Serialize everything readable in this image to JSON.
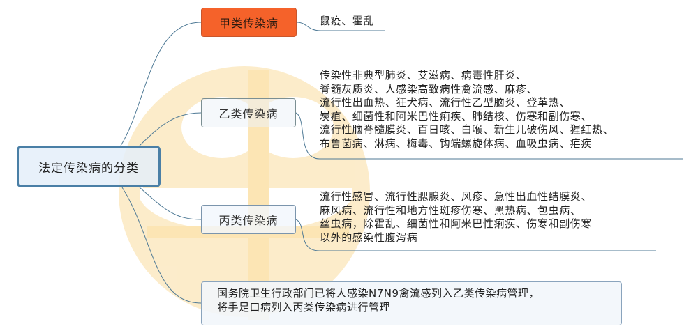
{
  "root": {
    "label": "法定传染病的分类"
  },
  "branches": [
    {
      "label": "甲类传染病",
      "color": "#f5622a",
      "lines": [
        "鼠疫、霍乱"
      ]
    },
    {
      "label": "乙类传染病",
      "lines": [
        "传染性非典型肺炎、艾滋病、病毒性肝炎、",
        "脊髓灰质炎、人感染高致病性禽流感、麻疹、",
        "流行性出血热、狂犬病、流行性乙型脑炎、登革热、",
        "炭疽、细菌性和阿米巴性痢疾、肺结核、伤寒和副伤寒、",
        "流行性脑脊髓膜炎、百日咳、白喉、新生儿破伤风、猩红热、",
        "布鲁菌病、淋病、梅毒、钩端螺旋体病、血吸虫病、疟疾"
      ]
    },
    {
      "label": "丙类传染病",
      "lines": [
        "流行性感冒、流行性腮腺炎、风疹、急性出血性结膜炎、",
        "麻风病、流行性和地方性斑疹伤寒、黑热病、包虫病、",
        "丝虫病，除霍乱、细菌性和阿米巴性痢疾、伤寒和副伤寒",
        "以外的感染性腹泻病"
      ]
    }
  ],
  "note": {
    "lines": [
      "国务院卫生行政部门已将人感染N7N9禽流感列入乙类传染病管理，",
      "将手足口病列入丙类传染病进行管理"
    ]
  },
  "colors": {
    "root_border": "#4a7fa6",
    "connector": "#4f7a96",
    "watermark": "#fbe9c4"
  }
}
